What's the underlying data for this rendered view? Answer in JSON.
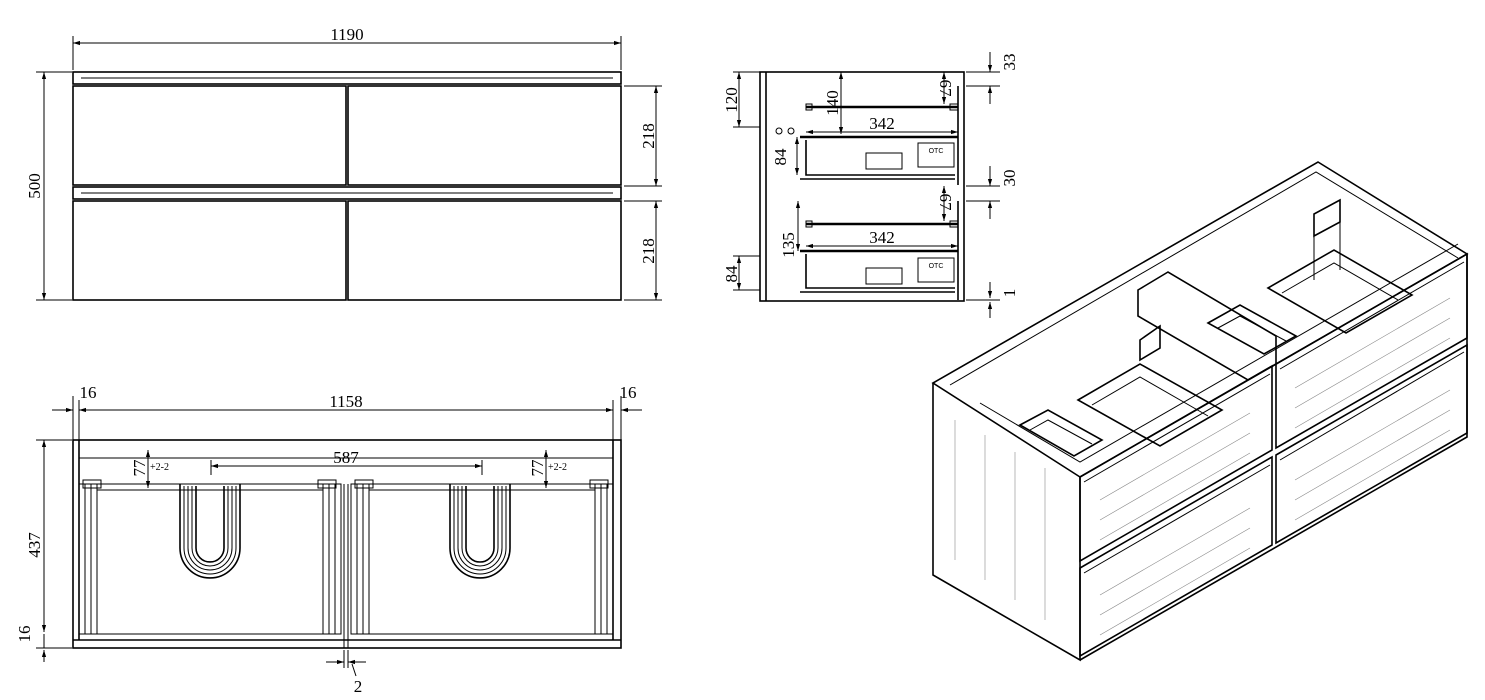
{
  "front_view": {
    "width": "1190",
    "height": "500",
    "drawer_top": "218",
    "drawer_bottom": "218"
  },
  "side_view": {
    "top_offset": "120",
    "upper_rail_height": "140",
    "upper_drawer_depth": "342",
    "upper_drawer_height": "84",
    "upper_gap": "67",
    "top_clearance": "33",
    "lower_rail_height": "135",
    "lower_drawer_depth": "342",
    "lower_drawer_height": "84",
    "lower_gap": "67",
    "mid_clearance": "30",
    "bottom_clearance": "1",
    "slide_logo": "OTC"
  },
  "plan_view": {
    "inner_width": "1158",
    "left_panel": "16",
    "right_panel": "16",
    "depth": "437",
    "bottom_panel": "16",
    "drain_spacing": "587",
    "left_cutout": "77",
    "right_cutout": "77",
    "tolerance_left": "+2-2",
    "tolerance_right": "+2-2",
    "center_gap": "2"
  }
}
